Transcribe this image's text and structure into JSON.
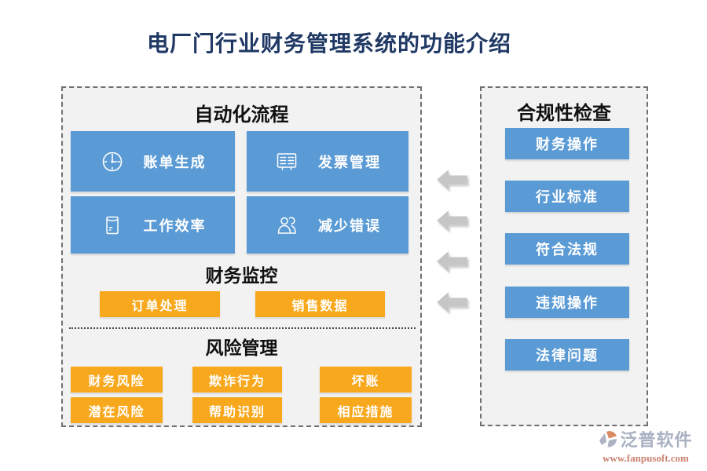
{
  "title": "电厂门行业财务管理系统的功能介绍",
  "automation": {
    "heading": "自动化流程",
    "buttons": [
      {
        "label": "账单生成",
        "icon": "clock-icon"
      },
      {
        "label": "发票管理",
        "icon": "invoice-icon"
      },
      {
        "label": "工作效率",
        "icon": "envelope-icon"
      },
      {
        "label": "减少错误",
        "icon": "people-icon"
      }
    ]
  },
  "monitoring": {
    "heading": "财务监控",
    "buttons": [
      {
        "label": "订单处理"
      },
      {
        "label": "销售数据"
      }
    ]
  },
  "risk": {
    "heading": "风险管理",
    "buttons": [
      {
        "label": "财务风险"
      },
      {
        "label": "欺诈行为"
      },
      {
        "label": "坏账"
      },
      {
        "label": "潜在风险"
      },
      {
        "label": "帮助识别"
      },
      {
        "label": "相应措施"
      }
    ]
  },
  "compliance": {
    "heading": "合规性检查",
    "buttons": [
      {
        "label": "财务操作"
      },
      {
        "label": "行业标准"
      },
      {
        "label": "符合法规"
      },
      {
        "label": "违规操作"
      },
      {
        "label": "法律问题"
      }
    ]
  },
  "arrows": {
    "count": 4,
    "direction": "left"
  },
  "footer": {
    "brand": "泛普软件",
    "url": "www.fanpusoft.com"
  },
  "colors": {
    "blue": "#5B9BD5",
    "orange": "#F8A81C",
    "title_navy": "#1F3864",
    "arrow_gray": "#C6C6C6",
    "panel_bg": "#F2F2F2"
  }
}
